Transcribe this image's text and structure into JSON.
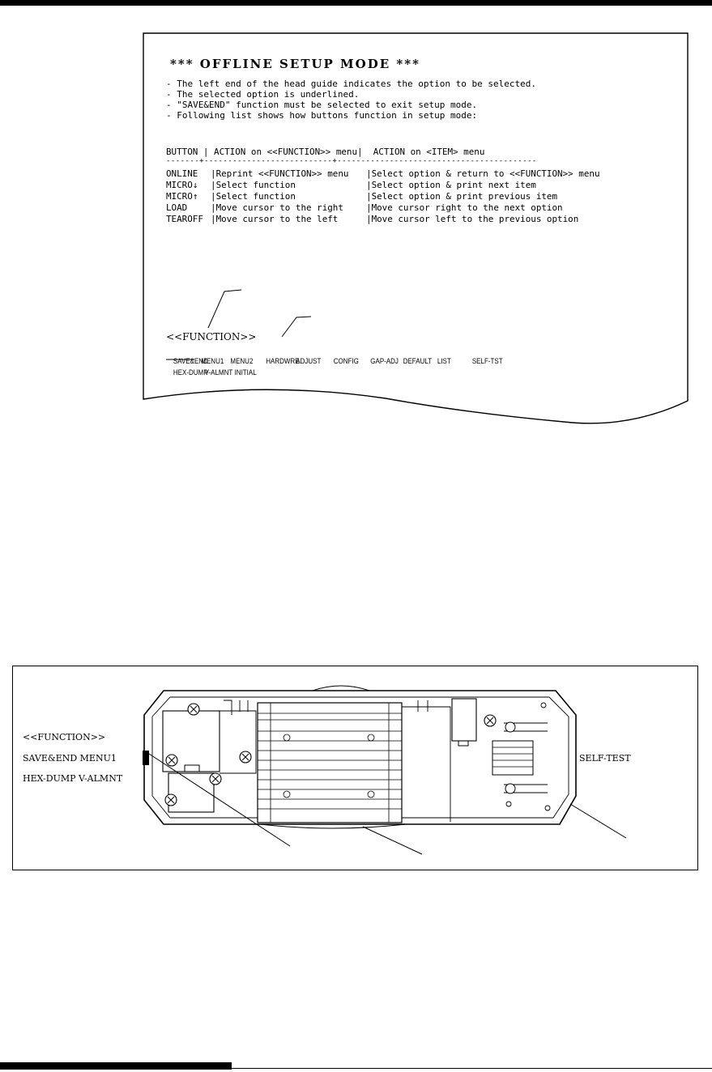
{
  "printout": {
    "title": "*** OFFLINE SETUP MODE ***",
    "notes": [
      "- The left end of the head guide indicates the option to be selected.",
      "- The selected option is underlined.",
      "- \"SAVE&END\" function must be selected to exit setup mode.",
      "- Following list shows how buttons function in setup mode:"
    ],
    "table_header": "BUTTON | ACTION on <<FUNCTION>> menu|  ACTION on <ITEM> menu",
    "table_rule": "-------+---------------------------+------------------------------------------",
    "table_rows": [
      {
        "button": "ONLINE",
        "function_action": "Reprint <<FUNCTION>> menu",
        "item_action": "Select option & return to <<FUNCTION>> menu"
      },
      {
        "button": "MICRO↓",
        "function_action": "Select function",
        "item_action": "Select option & print next item"
      },
      {
        "button": "MICRO↑",
        "function_action": "Select function",
        "item_action": "Select option & print previous item"
      },
      {
        "button": "LOAD",
        "function_action": "Move cursor to the right",
        "item_action": "Move cursor right to the next option"
      },
      {
        "button": "TEAROFF",
        "function_action": "Move cursor to the left",
        "item_action": "Move cursor left to the previous option"
      }
    ],
    "function_label": "<<FUNCTION>>",
    "functions_row1": [
      "SAVE&END",
      "MENU1",
      "MENU2",
      "HARDWRE",
      "ADJUST",
      "CONFIG",
      "GAP-ADJ",
      "DEFAULT",
      "LIST",
      "SELF-TST"
    ],
    "functions_row2": [
      "HEX-DUMP",
      "V-ALMNT",
      "INITIAL"
    ]
  },
  "panel": {
    "function_label": "<<FUNCTION>>",
    "line1": "SAVE&END MENU1",
    "line2": "HEX-DUMP V-ALMNT",
    "right_label": "SELF-TEST"
  }
}
